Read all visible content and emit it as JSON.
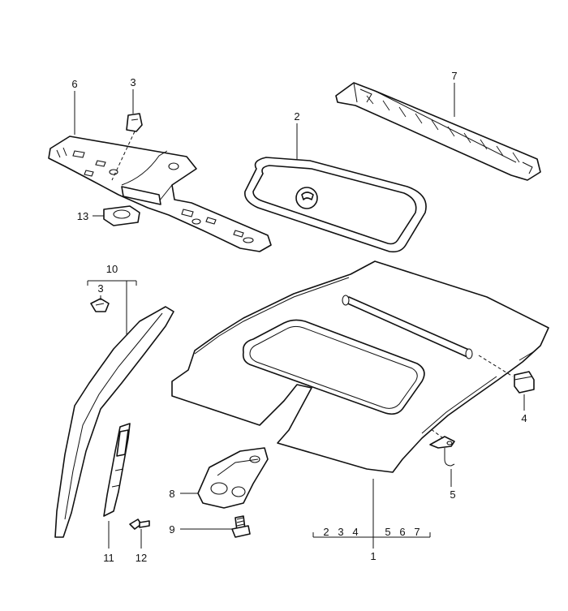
{
  "callouts": {
    "c1": "1",
    "c2": "2",
    "c3a": "3",
    "c3b": "3",
    "c4": "4",
    "c5": "5",
    "c6": "6",
    "c7": "7",
    "c8": "8",
    "c9": "9",
    "c10": "10",
    "c11": "11",
    "c12": "12",
    "c13": "13"
  },
  "bracket_1_members": [
    "2",
    "3",
    "4",
    "5",
    "6",
    "7"
  ],
  "colors": {
    "ink": "#111111",
    "paper": "#ffffff"
  }
}
